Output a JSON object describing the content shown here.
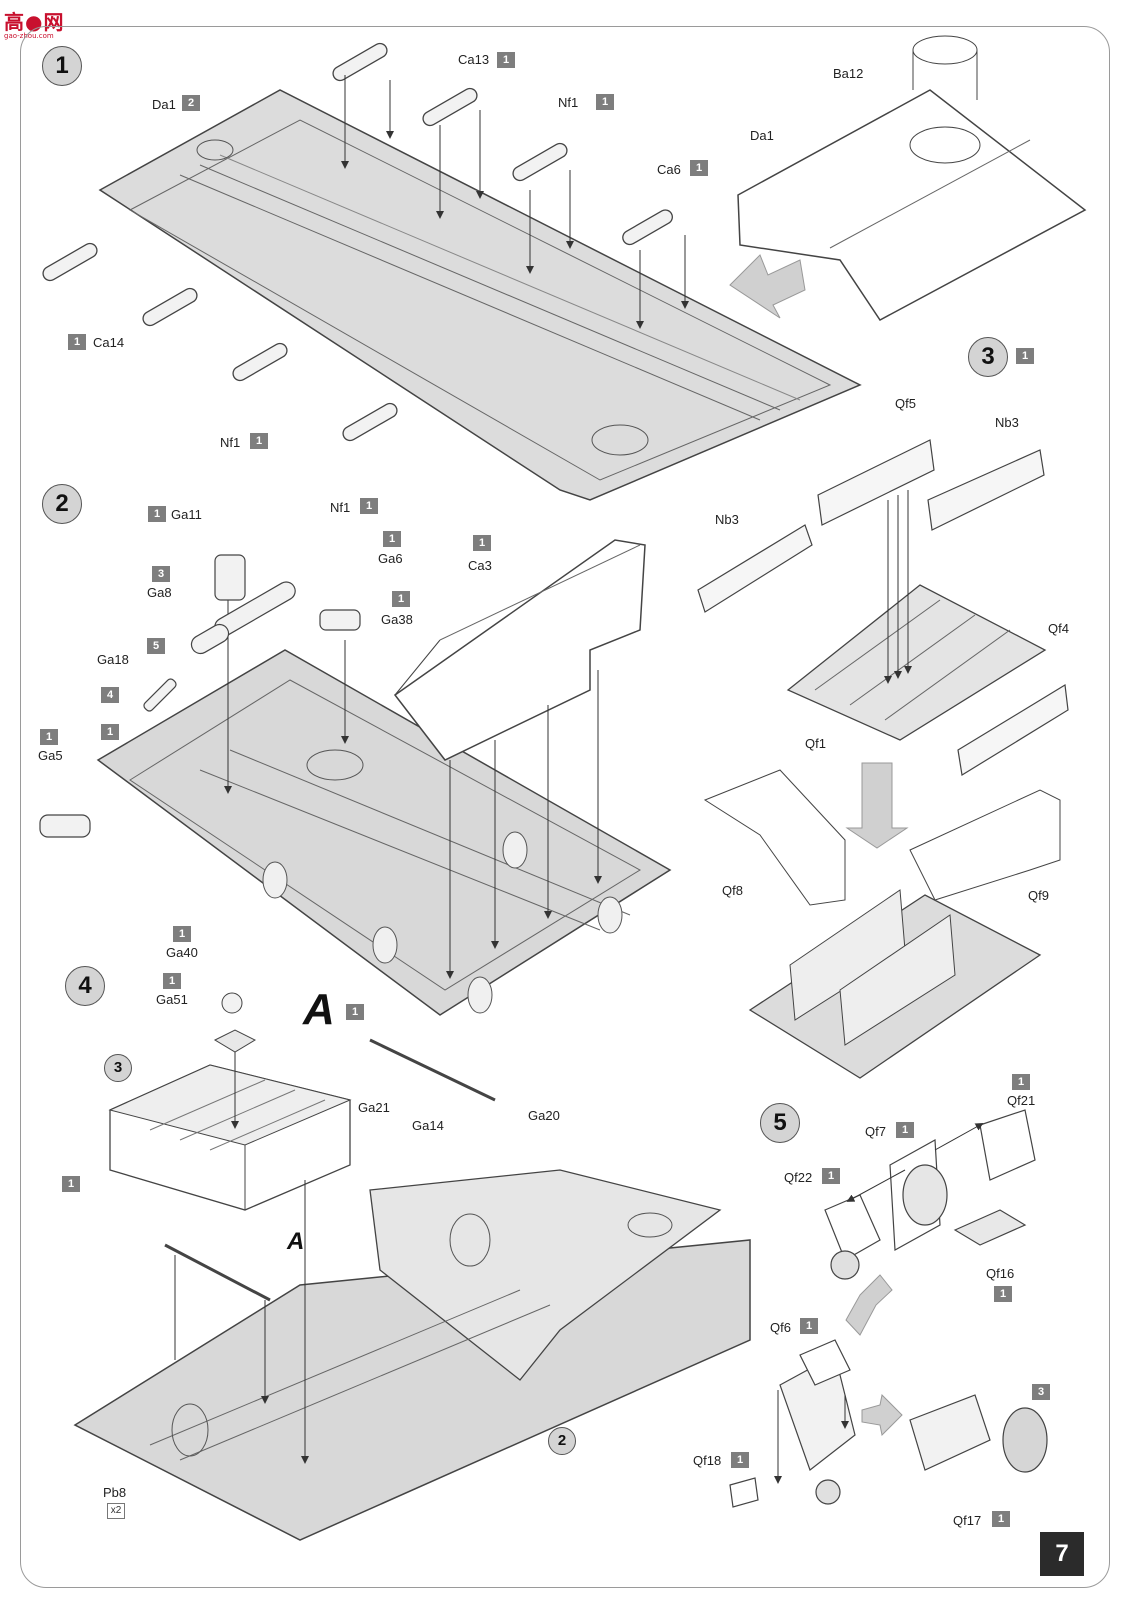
{
  "logo": {
    "main": "高●网",
    "sub": "gao-zhou.com"
  },
  "page_number": "7",
  "steps": {
    "s1": "1",
    "s2": "2",
    "s3": "3",
    "s4": "4",
    "s5": "5",
    "ref3": "3",
    "ref2": "2"
  },
  "step3_qty": "1",
  "big_letter": "A",
  "big_letter_qty": "1",
  "small_letter": "A",
  "parts": {
    "Ca13": {
      "name": "Ca13",
      "qty": "1"
    },
    "Nf1_top": {
      "name": "Nf1",
      "qty": "1"
    },
    "Ca6": {
      "name": "Ca6",
      "qty": "1"
    },
    "Da1_left": {
      "name": "Da1",
      "qty": "2"
    },
    "Ca14": {
      "name": "Ca14",
      "qty": "1"
    },
    "Nf1_mid": {
      "name": "Nf1",
      "qty": "1"
    },
    "Nf1_bot": {
      "name": "Nf1",
      "qty": "1"
    },
    "Ba12": {
      "name": "Ba12"
    },
    "Da1_right": {
      "name": "Da1"
    },
    "Ga11": {
      "name": "Ga11",
      "qty": "1"
    },
    "Ga6": {
      "name": "Ga6",
      "qty": "1"
    },
    "Ga38": {
      "name": "Ga38",
      "qty": "1"
    },
    "Ga8": {
      "name": "Ga8",
      "qty": "3"
    },
    "Ga18": {
      "name": "Ga18",
      "qty": "5"
    },
    "qty4": {
      "qty": "4"
    },
    "qty1_left": {
      "qty": "1"
    },
    "Ga5": {
      "name": "Ga5",
      "qty": "1"
    },
    "Ca3": {
      "name": "Ca3",
      "qty": "1"
    },
    "Qf5": {
      "name": "Qf5"
    },
    "Nb3_right": {
      "name": "Nb3"
    },
    "Nb3_left": {
      "name": "Nb3"
    },
    "Qf4": {
      "name": "Qf4"
    },
    "Qf1": {
      "name": "Qf1"
    },
    "Qf8": {
      "name": "Qf8"
    },
    "Qf9": {
      "name": "Qf9"
    },
    "Ga40": {
      "name": "Ga40",
      "qty": "1"
    },
    "Ga51": {
      "name": "Ga51",
      "qty": "1"
    },
    "Ga21": {
      "name": "Ga21"
    },
    "Ga14": {
      "name": "Ga14"
    },
    "Ga20": {
      "name": "Ga20"
    },
    "box_qty": {
      "qty": "1"
    },
    "Pb8": {
      "name": "Pb8",
      "qty": "x2"
    },
    "Qf21": {
      "name": "Qf21",
      "qty": "1"
    },
    "Qf7": {
      "name": "Qf7",
      "qty": "1"
    },
    "Qf22": {
      "name": "Qf22",
      "qty": "1"
    },
    "Qf16": {
      "name": "Qf16",
      "qty": "1"
    },
    "Qf6": {
      "name": "Qf6",
      "qty": "1"
    },
    "Qf18": {
      "name": "Qf18",
      "qty": "1"
    },
    "Qf17": {
      "name": "Qf17",
      "qty": "1"
    },
    "qty3_bottom": {
      "qty": "3"
    }
  }
}
